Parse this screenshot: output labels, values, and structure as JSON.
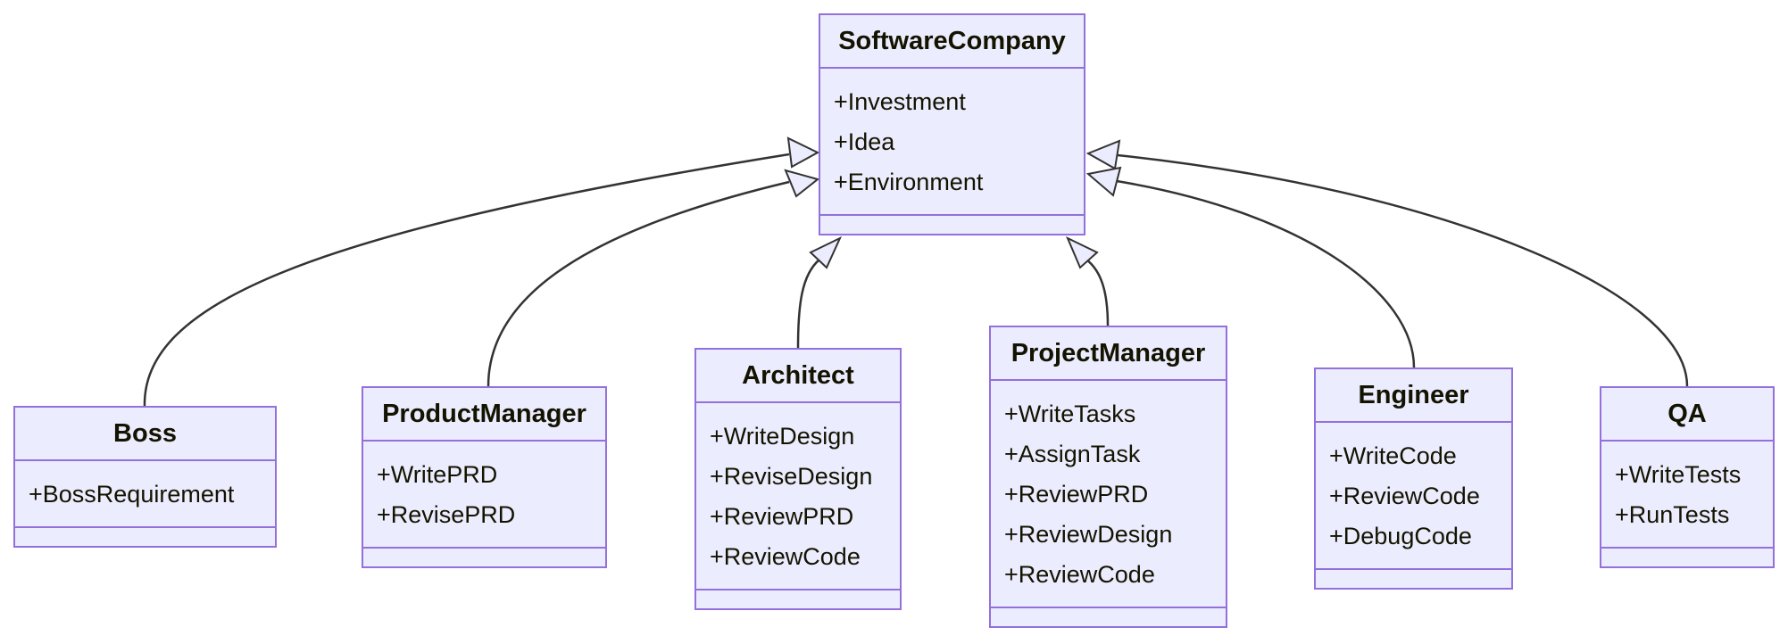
{
  "diagram_type": "uml-class-diagram",
  "colors": {
    "node_fill": "#ECECFF",
    "node_border": "#9370DB",
    "edge_line": "#333333",
    "class_text": "#131300",
    "background": "#FFFFFF"
  },
  "classes": {
    "softwareCompany": {
      "name": "SoftwareCompany",
      "members": [
        "+Investment",
        "+Idea",
        "+Environment"
      ]
    },
    "boss": {
      "name": "Boss",
      "members": [
        "+BossRequirement"
      ]
    },
    "productManager": {
      "name": "ProductManager",
      "members": [
        "+WritePRD",
        "+RevisePRD"
      ]
    },
    "architect": {
      "name": "Architect",
      "members": [
        "+WriteDesign",
        "+ReviseDesign",
        "+ReviewPRD",
        "+ReviewCode"
      ]
    },
    "projectManager": {
      "name": "ProjectManager",
      "members": [
        "+WriteTasks",
        "+AssignTask",
        "+ReviewPRD",
        "+ReviewDesign",
        "+ReviewCode"
      ]
    },
    "engineer": {
      "name": "Engineer",
      "members": [
        "+WriteCode",
        "+ReviewCode",
        "+DebugCode"
      ]
    },
    "qa": {
      "name": "QA",
      "members": [
        "+WriteTests",
        "+RunTests"
      ]
    }
  },
  "relations": [
    {
      "from": "Boss",
      "to": "SoftwareCompany",
      "type": "inheritance"
    },
    {
      "from": "ProductManager",
      "to": "SoftwareCompany",
      "type": "inheritance"
    },
    {
      "from": "Architect",
      "to": "SoftwareCompany",
      "type": "inheritance"
    },
    {
      "from": "ProjectManager",
      "to": "SoftwareCompany",
      "type": "inheritance"
    },
    {
      "from": "Engineer",
      "to": "SoftwareCompany",
      "type": "inheritance"
    },
    {
      "from": "QA",
      "to": "SoftwareCompany",
      "type": "inheritance"
    }
  ]
}
